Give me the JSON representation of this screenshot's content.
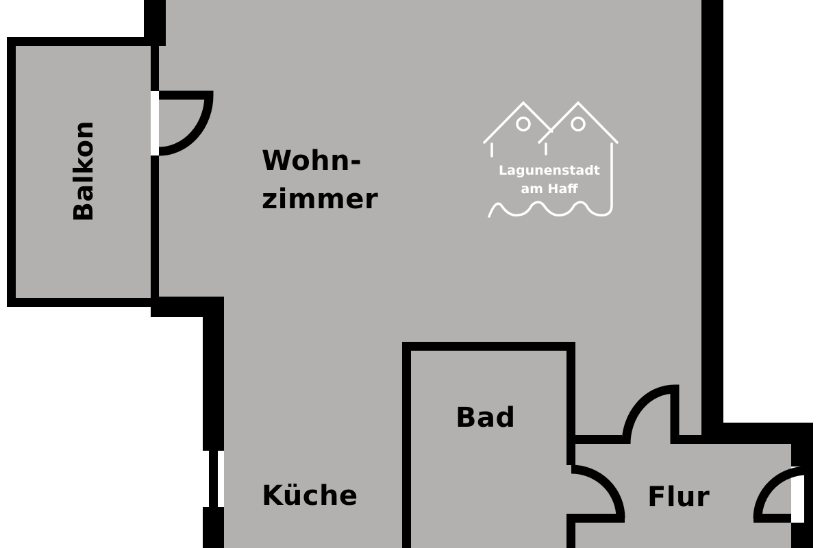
{
  "rooms": {
    "balkon": "Balkon",
    "wohnzimmer_line1": "Wohn-",
    "wohnzimmer_line2": "zimmer",
    "bad": "Bad",
    "kueche": "Küche",
    "flur": "Flur"
  },
  "logo": {
    "line1": "Lagunenstadt",
    "line2": "am Haff"
  },
  "colors": {
    "floor": "#b2b1af",
    "wall": "#000000",
    "logo": "#ffffff"
  }
}
